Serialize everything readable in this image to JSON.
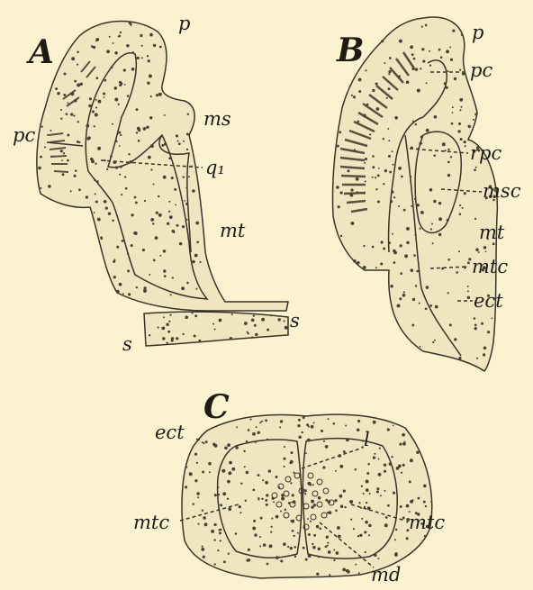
{
  "figure": {
    "panels": [
      {
        "id": "A",
        "title": "A",
        "labels": [
          "p",
          "pc",
          "ms",
          "q₁",
          "mt",
          "s",
          "s"
        ]
      },
      {
        "id": "B",
        "title": "B",
        "labels": [
          "p",
          "pc",
          "rpc",
          "msc",
          "mt",
          "mtc",
          "ect"
        ]
      },
      {
        "id": "C",
        "title": "C",
        "labels": [
          "ect",
          "l",
          "mtc",
          "mtc",
          "md"
        ]
      }
    ]
  },
  "colors": {
    "background": "#fbf3cf",
    "tissue_fill": "#efe6c0",
    "ink": "#1f1b14"
  }
}
